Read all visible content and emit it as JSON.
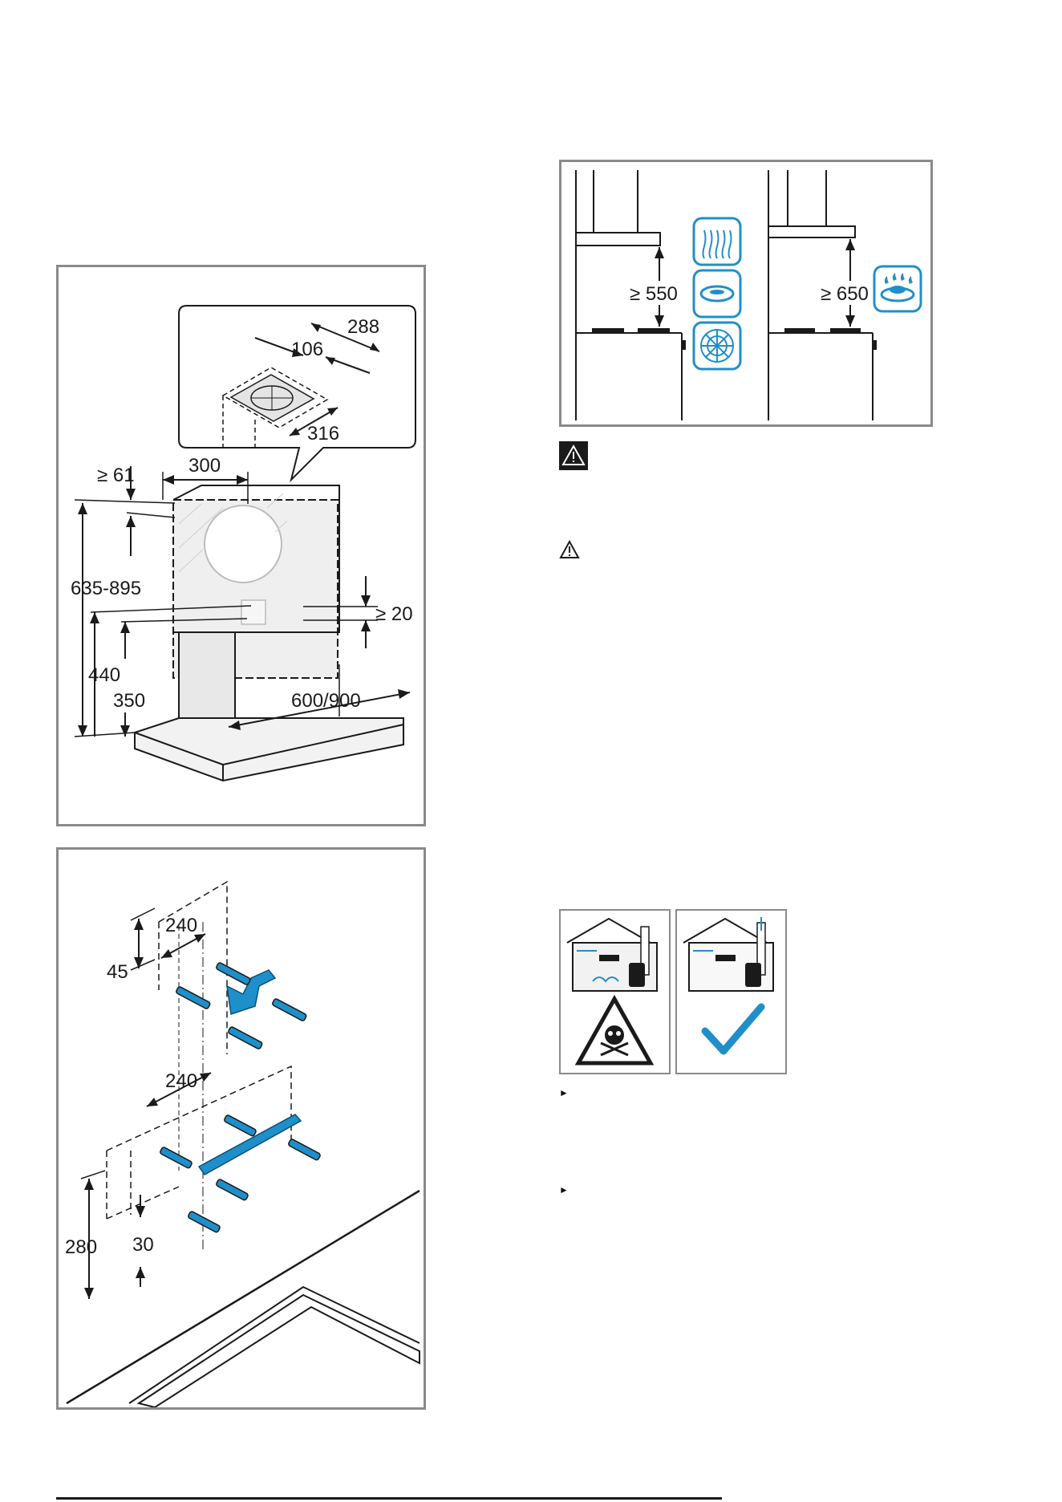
{
  "figure_top": {
    "labels": {
      "width_288": "288",
      "width_106": "106",
      "depth_316": "316",
      "top_61": "≥ 61",
      "width_300": "300",
      "height_range": "635-895",
      "h_440": "440",
      "h_350": "350",
      "gap_20": "≥ 20",
      "width_600_900": "600/900"
    }
  },
  "figure_bottom": {
    "labels": {
      "upper_240": "240",
      "upper_45": "45",
      "lower_240": "240",
      "lower_30": "30",
      "lower_280": "280"
    }
  },
  "figure_clearance": {
    "labels": {
      "electric_min": "≥ 550",
      "gas_min": "≥ 650"
    },
    "icons": [
      "radiant-heater-icon",
      "induction-hob-icon",
      "ceramic-hob-icon",
      "gas-burner-icon"
    ],
    "accent_color": "#1f8fc9"
  },
  "figure_ventilation": {
    "icons": [
      "skull-warning-icon",
      "checkmark-icon"
    ],
    "accent_color": "#1f8fc9"
  }
}
